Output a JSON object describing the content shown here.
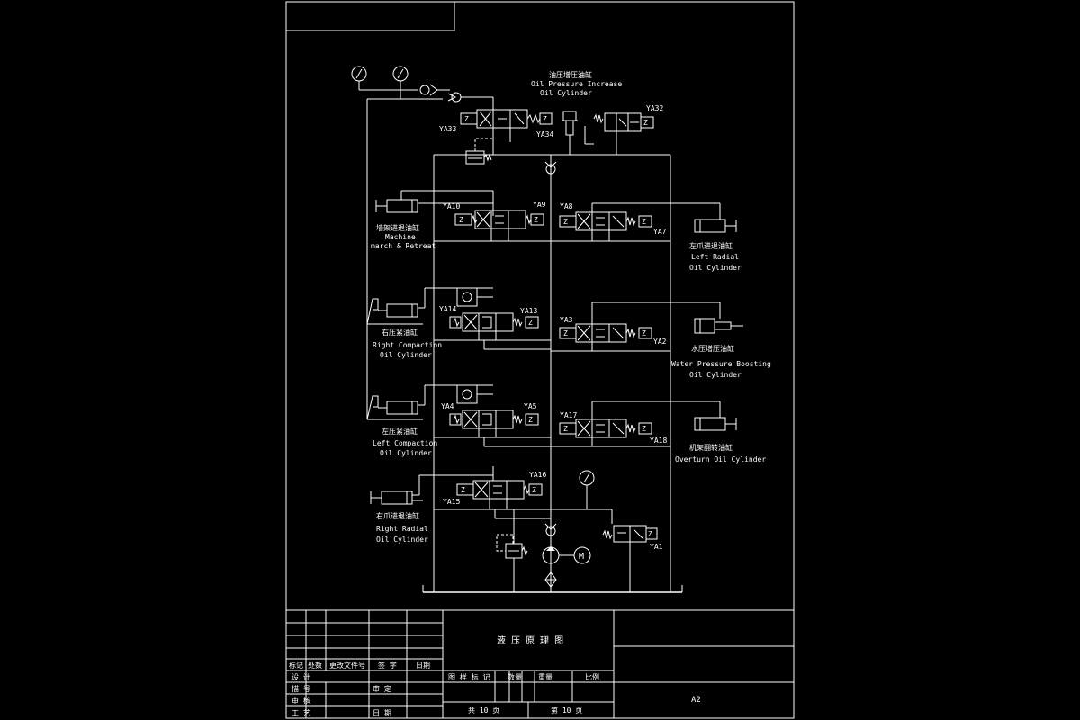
{
  "labels": {
    "ya33": "YA33",
    "ya34": "YA34",
    "ya32": "YA32",
    "ya10": "YA10",
    "ya9": "YA9",
    "ya8": "YA8",
    "ya7": "YA7",
    "ya14": "YA14",
    "ya13": "YA13",
    "ya3": "YA3",
    "ya2": "YA2",
    "ya4": "YA4",
    "ya5": "YA5",
    "ya17": "YA17",
    "ya18": "YA18",
    "ya16": "YA16",
    "ya15": "YA15",
    "ya1": "YA1"
  },
  "cylinders": {
    "oil_pressure_increase": {
      "cn": "油压增压油缸",
      "en1": "Oil Pressure Increase",
      "en2": "Oil Cylinder"
    },
    "machine_march": {
      "cn": "墙架进退油缸",
      "en1": "Machine",
      "en2": "march & Retreat"
    },
    "left_radial": {
      "cn": "左爪进退油缸",
      "en1": "Left Radial",
      "en2": "Oil Cylinder"
    },
    "right_compaction": {
      "cn": "右压紧油缸",
      "en1": "Right Compaction",
      "en2": "Oil Cylinder"
    },
    "water_pressure": {
      "cn": "水压增压油缸",
      "en1": "Water Pressure Boosting",
      "en2": "Oil Cylinder"
    },
    "left_compaction": {
      "cn": "左压紧油缸",
      "en1": "Left Compaction",
      "en2": "Oil Cylinder"
    },
    "overturn": {
      "cn": "机架翻转油缸",
      "en1": "Overturn Oil Cylinder"
    },
    "right_radial": {
      "cn": "右爪进退油缸",
      "en1": "Right Radial",
      "en2": "Oil Cylinder"
    }
  },
  "title_block": {
    "drawing_title": "液 压 原 理 图",
    "sheet_size": "A2",
    "col_mark": "标记",
    "col_count": "处数",
    "col_change_doc": "更改文件号",
    "col_sign": "签 字",
    "col_date": "日期",
    "row_design": "设  计",
    "row_draw": "描  号",
    "row_check": "审  核",
    "row_process": "工  艺",
    "review": "审  定",
    "date2": "日  期",
    "stage_mark": "图 样 标 记",
    "quantity": "数量",
    "weight": "重量",
    "scale": "比例",
    "total_pages": "共 10 页",
    "page_no": "第 10 页"
  }
}
